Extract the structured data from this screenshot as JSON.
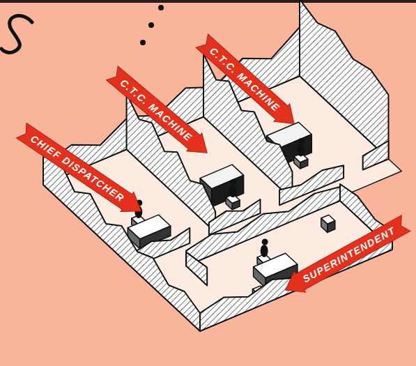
{
  "diagram": {
    "nodes": [
      {
        "text": [
          "C.T.C. MACHINE"
        ]
      },
      {
        "text": [
          "C.T.C. MACHINE"
        ]
      },
      {
        "text": [
          "CHIEF DISPATCHER"
        ]
      },
      {
        "text": [
          "SUPERINTENDENT"
        ]
      }
    ]
  }
}
